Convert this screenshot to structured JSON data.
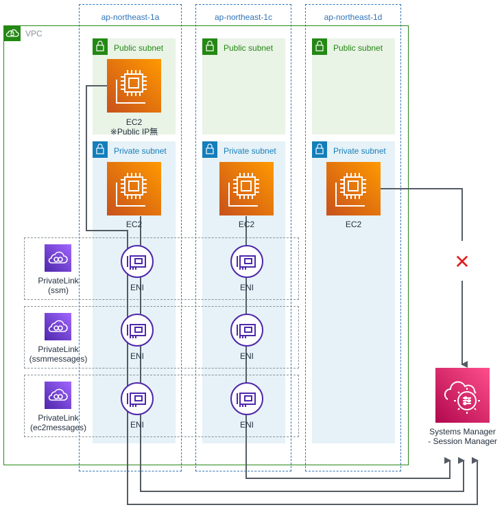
{
  "vpc": {
    "label": "VPC"
  },
  "azs": [
    {
      "label": "ap-northeast-1a"
    },
    {
      "label": "ap-northeast-1c"
    },
    {
      "label": "ap-northeast-1d"
    }
  ],
  "subnets": {
    "public_label": "Public subnet",
    "private_label": "Private subnet"
  },
  "ec2": {
    "public_1a": {
      "label": "EC2",
      "note": "※Public IP無"
    },
    "private_label": "EC2"
  },
  "privatelinks": [
    {
      "line1": "PrivateLink",
      "line2": "(ssm)"
    },
    {
      "line1": "PrivateLink",
      "line2": "(ssmmessages)"
    },
    {
      "line1": "PrivateLink",
      "line2": "(ec2messages)"
    }
  ],
  "eni_label": "ENI",
  "blocked_mark": "✕",
  "ssm": {
    "line1": "Systems Manager",
    "line2": "- Session Manager"
  },
  "icons": {
    "ec2": "ec2-instance-icon",
    "privatelink": "privatelink-icon",
    "eni": "network-interface-icon",
    "ssm": "systems-manager-icon",
    "lock": "padlock-icon",
    "vpc": "vpc-cloud-icon"
  },
  "colors": {
    "az_border": "#2e73b8",
    "vpc_border": "#248814",
    "public_fill": "#e9f3e6",
    "private_fill": "#e6f2f8",
    "ec2_orange": "#ff9900",
    "privatelink_purple": "#8c4fff",
    "ssm_pink": "#e7157b",
    "connector": "#545b64",
    "blocked_red": "#e02020"
  }
}
